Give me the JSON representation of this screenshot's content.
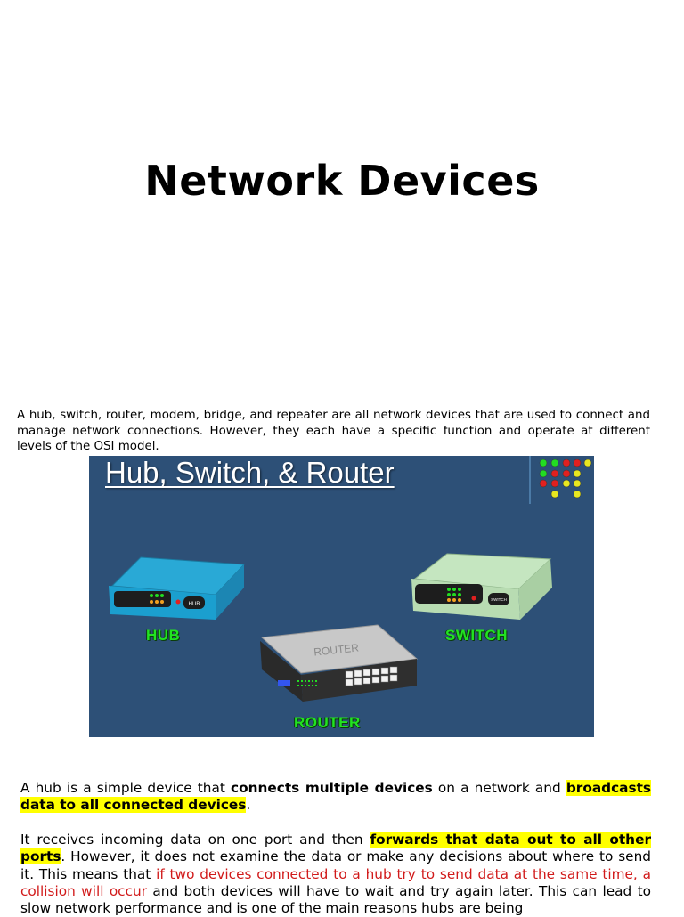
{
  "slide": {
    "title": "Network Devices"
  },
  "intro": {
    "text": "A hub, switch, router, modem, bridge, and repeater are all network devices that are used to connect and manage network connections. However, they each have a specific function and operate at different levels of the OSI model."
  },
  "figure": {
    "title": "Hub, Switch, & Router",
    "background": "#2d5077",
    "labels": {
      "hub": "HUB",
      "switch": "SWITCH",
      "router": "ROUTER"
    },
    "device_text": {
      "hub_badge": "HUB",
      "switch_badge": "SWITCH",
      "router_top": "ROUTER"
    },
    "label_color": "#22e322"
  },
  "paragraph1": {
    "part1": "A hub is a simple device that ",
    "bold1": "connects multiple devices",
    "part2": " on a network and ",
    "highlight1": "broadcasts data to all connected devices",
    "part3": "."
  },
  "paragraph2": {
    "part1": "It receives incoming data on one port and then ",
    "highlight1": "forwards that data out to all other ports",
    "part2": ". However, it does not examine the data or make any decisions about where to send it. This means that ",
    "red1": "if two devices connected to a hub try to send data at the same time, a collision will occur",
    "part3": " and both devices will have to wait and try again later. This can lead to slow network performance and is one of the main reasons hubs are being"
  },
  "colors": {
    "highlight": "#ffff00",
    "red_text": "#d11a1a"
  }
}
